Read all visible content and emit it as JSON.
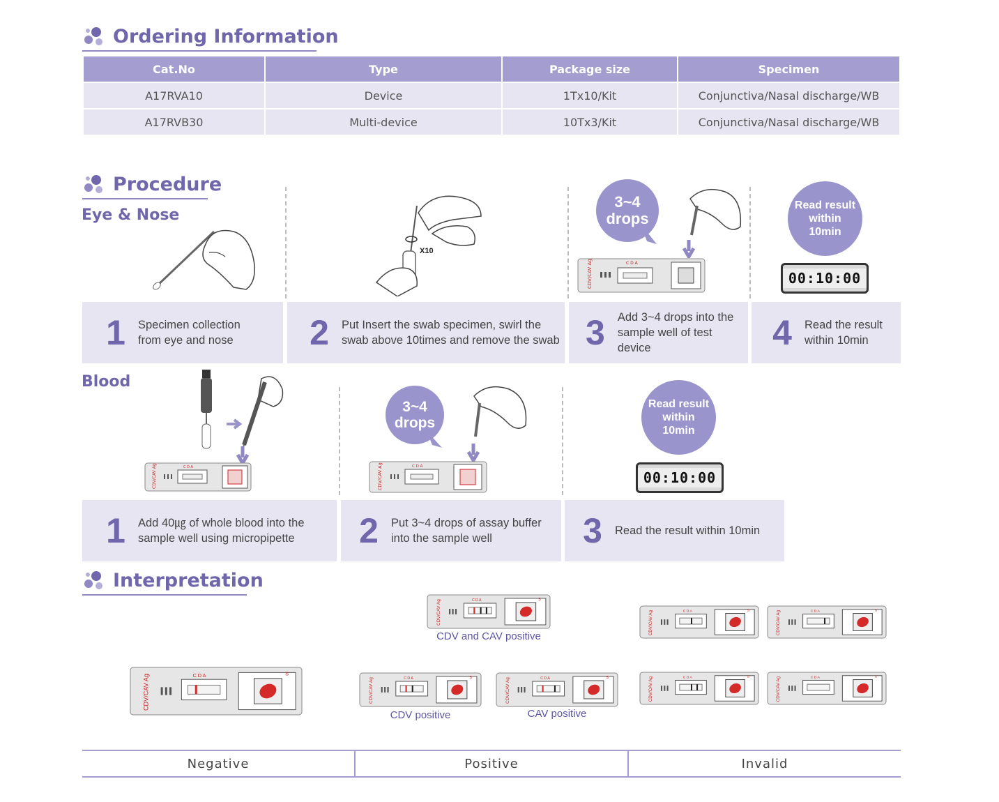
{
  "ordering": {
    "title": "Ordering Information",
    "headers": [
      "Cat.No",
      "Type",
      "Package size",
      "Specimen"
    ],
    "rows": [
      [
        "A17RVA10",
        "Device",
        "1Tx10/Kit",
        "Conjunctiva/Nasal discharge/WB"
      ],
      [
        "A17RVB30",
        "Multi-device",
        "10Tx3/Kit",
        "Conjunctiva/Nasal discharge/WB"
      ]
    ]
  },
  "procedure": {
    "title": "Procedure",
    "eye_nose": {
      "label": "Eye & Nose",
      "swirl_label": "X10",
      "drops_bubble": [
        "3~4",
        "drops"
      ],
      "read_bubble": [
        "Read result",
        "within",
        "10min"
      ],
      "timer": "00:10:00",
      "steps": [
        {
          "num": "1",
          "lines": [
            "Specimen collection",
            "from eye and nose"
          ]
        },
        {
          "num": "2",
          "lines": [
            "Put Insert the swab specimen, swirl the",
            "swab above 10times and remove the swab"
          ]
        },
        {
          "num": "3",
          "lines": [
            "Add 3~4 drops into the",
            "sample well of test device"
          ]
        },
        {
          "num": "4",
          "lines": [
            "Read the result",
            "within 10min"
          ]
        }
      ]
    },
    "blood": {
      "label": "Blood",
      "drops_bubble": [
        "3~4",
        "drops"
      ],
      "read_bubble": [
        "Read result",
        "within",
        "10min"
      ],
      "timer": "00:10:00",
      "steps": [
        {
          "num": "1",
          "lines": [
            "Add 40㎍ of whole blood into the",
            "sample well using micropipette"
          ]
        },
        {
          "num": "2",
          "lines": [
            "Put 3~4 drops of assay buffer",
            "into the sample well"
          ]
        },
        {
          "num": "3",
          "lines": [
            "Read the result within 10min"
          ]
        }
      ]
    }
  },
  "device": {
    "brand": "CDV/CAV Ag",
    "marks": [
      "C",
      "D",
      "A"
    ],
    "sample_mark": "S",
    "line_color": "#d42a2a"
  },
  "interpretation": {
    "title": "Interpretation",
    "labels": {
      "both": "CDV and CAV positive",
      "cdv": "CDV positive",
      "cav": "CAV positive"
    },
    "categories": [
      "Negative",
      "Positive",
      "Invalid"
    ]
  },
  "colors": {
    "accent": "#6f66ab",
    "header_bg": "#a39dd0",
    "cell_bg": "#e7e5f2",
    "bubble": "#9a94cc"
  }
}
